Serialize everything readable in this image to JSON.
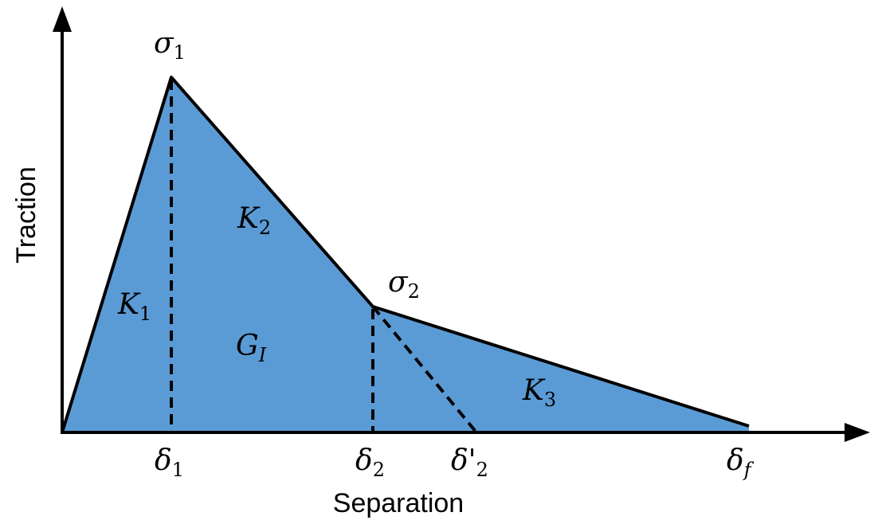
{
  "colors": {
    "fill": "#5b9bd5",
    "stroke": "#000000"
  },
  "axes": {
    "x_label": "Separation",
    "y_label": "Traction"
  },
  "labels": {
    "sigma1": {
      "base": "σ",
      "sub": "1"
    },
    "sigma2": {
      "base": "σ",
      "sub": "2"
    },
    "K1": {
      "base": "K",
      "sub": "1"
    },
    "K2": {
      "base": "K",
      "sub": "2"
    },
    "K3": {
      "base": "K",
      "sub": "3"
    },
    "GI": {
      "base": "G",
      "sub": "I"
    },
    "delta1": {
      "base": "δ",
      "sub": "1"
    },
    "delta2": {
      "base": "δ",
      "sub": "2"
    },
    "delta2p": {
      "base": "δ'",
      "sub": "2"
    },
    "deltaf": {
      "base": "δ",
      "sub": "f"
    }
  }
}
